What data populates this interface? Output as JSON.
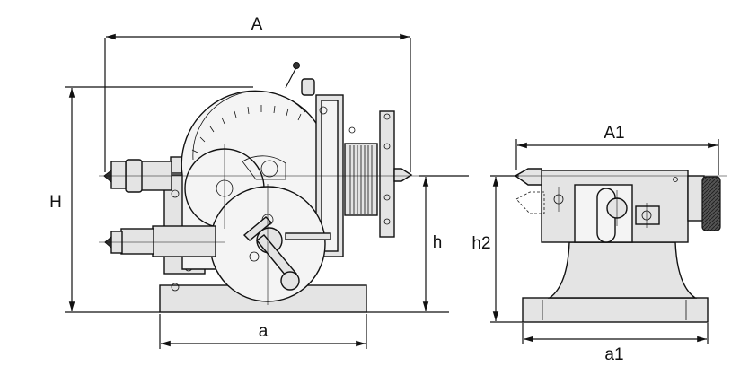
{
  "figure": {
    "title": "Dividing head and tailstock dimension drawing",
    "dividing_head": {
      "labels": {
        "overall_length": "A",
        "overall_height": "H",
        "center_height": "h",
        "base_length": "a"
      }
    },
    "tailstock": {
      "labels": {
        "overall_length": "A1",
        "center_height": "h2",
        "base_length": "a1"
      }
    }
  }
}
